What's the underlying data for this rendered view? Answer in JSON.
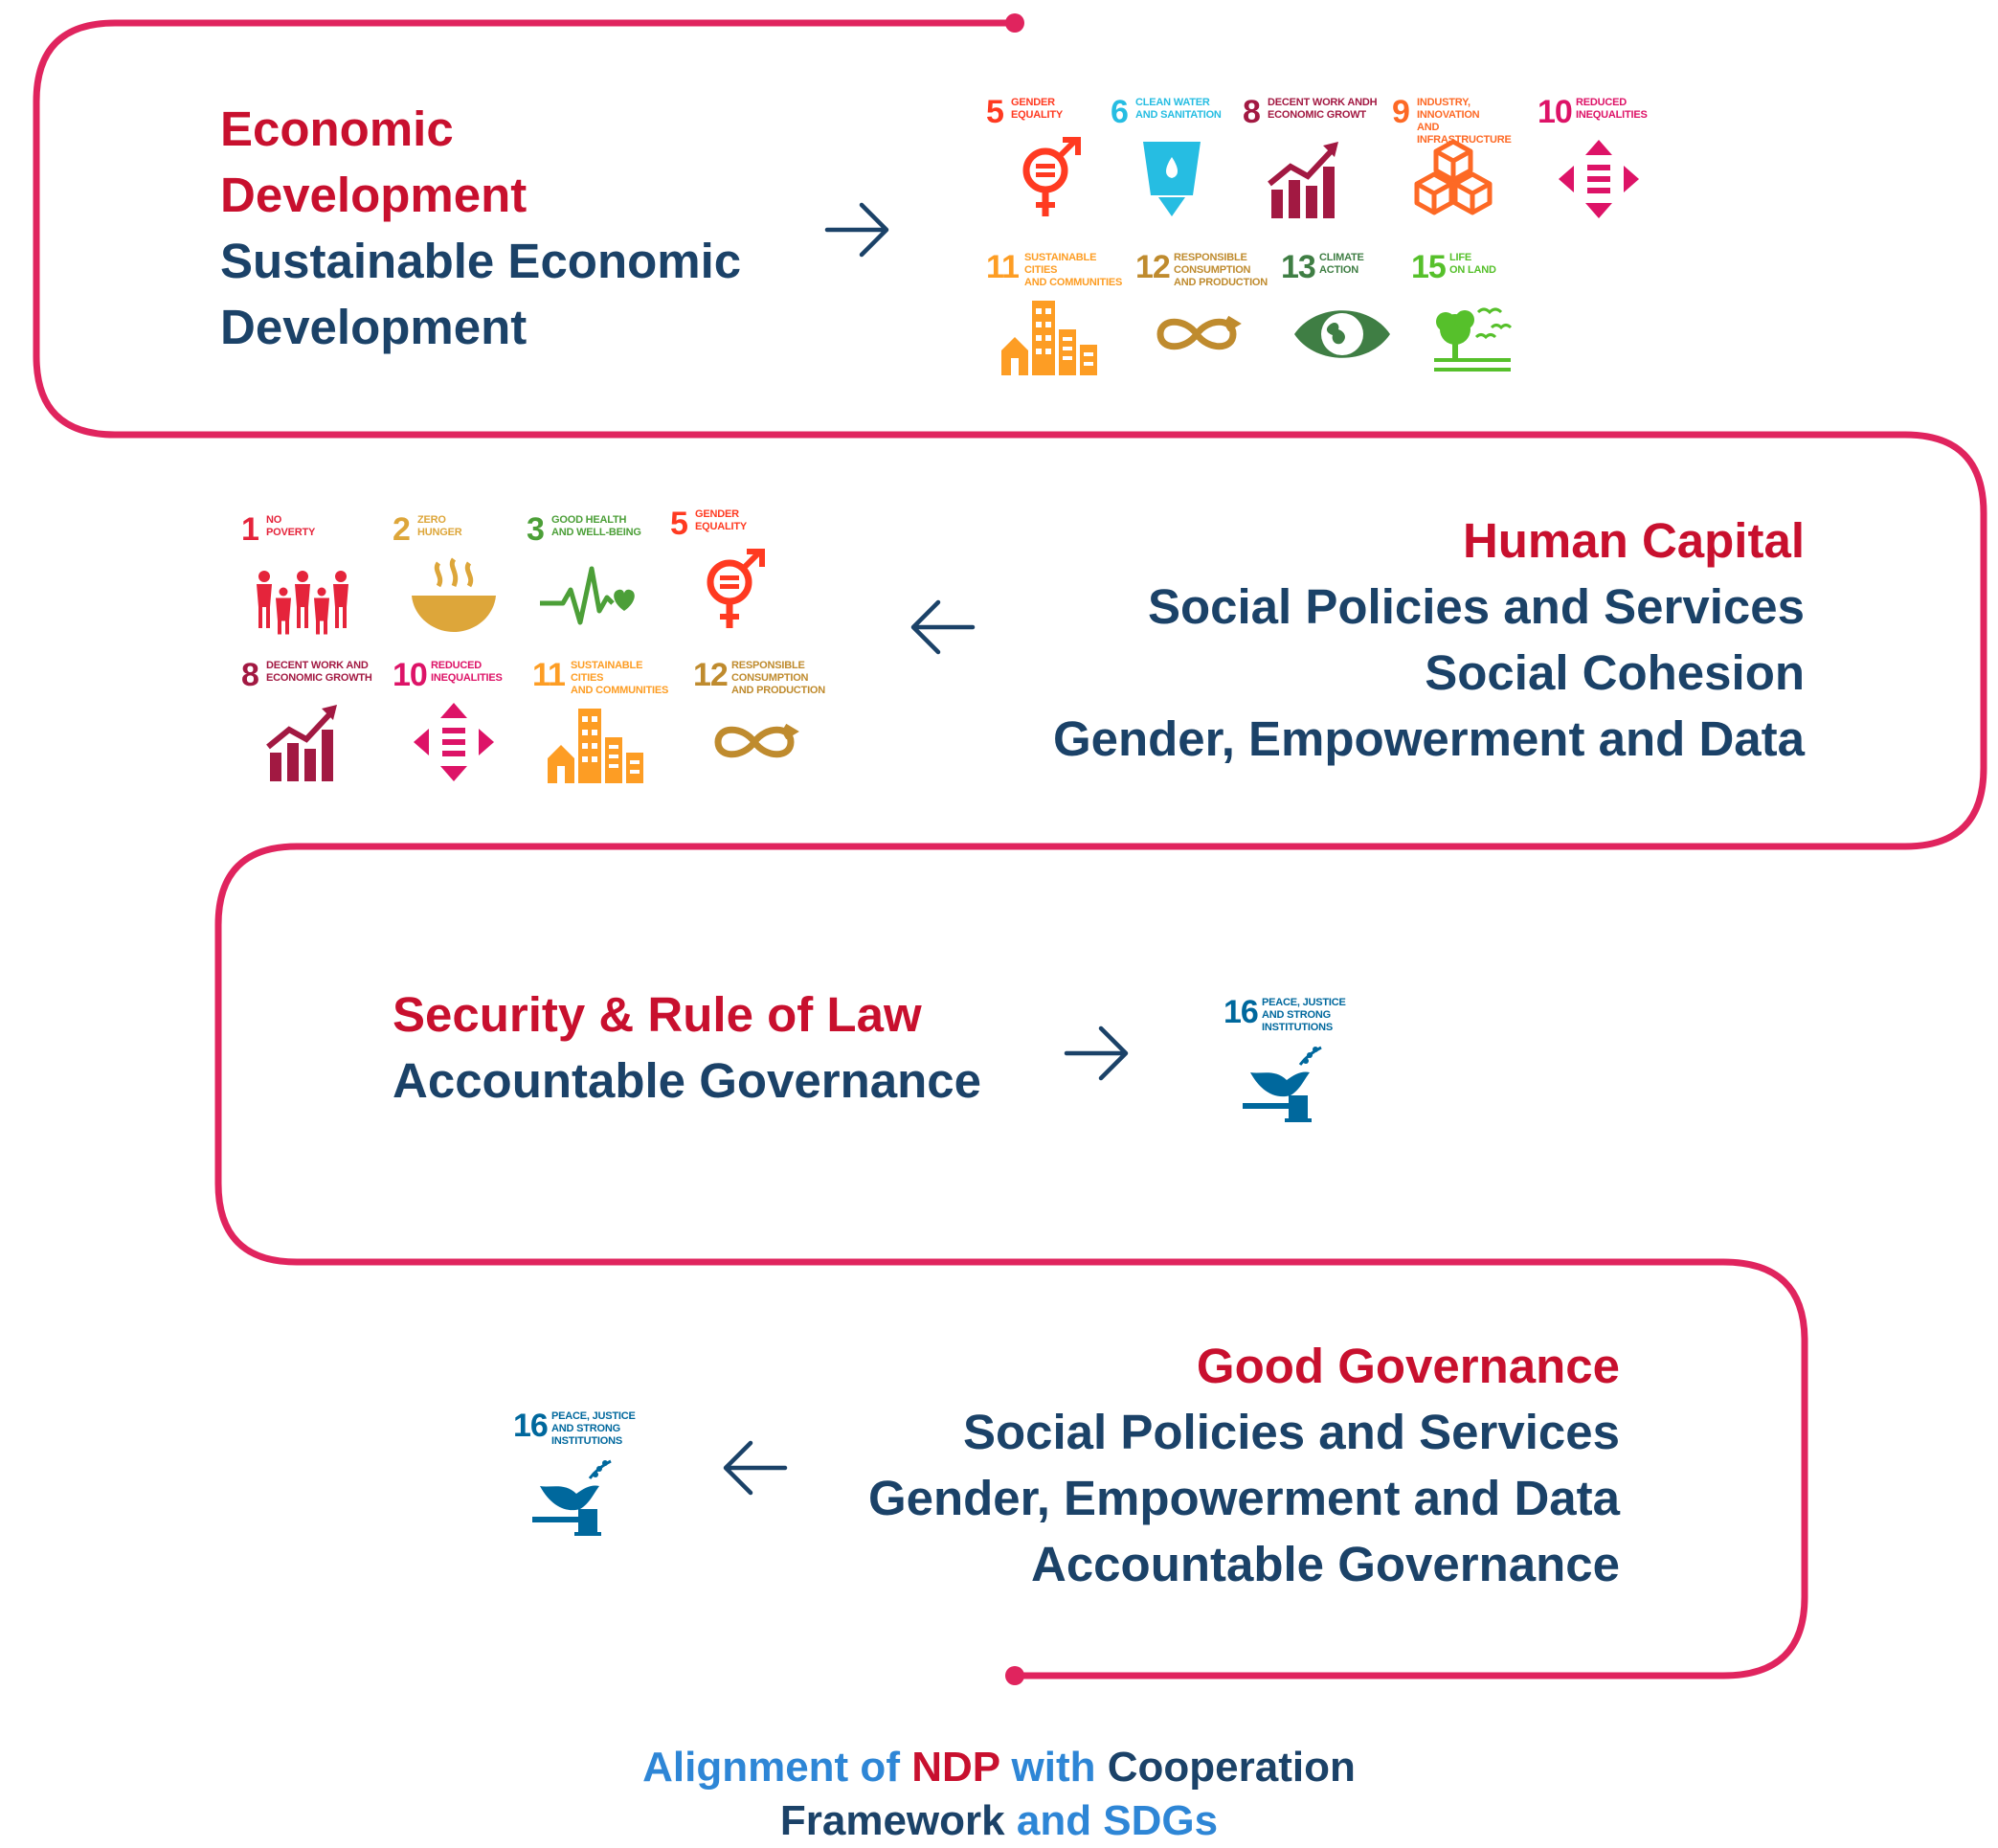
{
  "colors": {
    "path": "#E0245E",
    "accent_red": "#C8102E",
    "navy": "#1B4268",
    "caption_blue": "#2E86D6",
    "sdg1": "#E5243B",
    "sdg2": "#DDA63A",
    "sdg3": "#4C9F38",
    "sdg5": "#FF3A21",
    "sdg6": "#26BDE2",
    "sdg8": "#A21942",
    "sdg9": "#FD6925",
    "sdg10": "#DD1367",
    "sdg11": "#FD9D24",
    "sdg12": "#BF8B2E",
    "sdg13": "#3F7E44",
    "sdg15": "#56C02B",
    "sdg16": "#00689D"
  },
  "sections": [
    {
      "heading_lines": [
        "Economic",
        "Development"
      ],
      "sub_lines": [
        "Sustainable Economic",
        "Development"
      ],
      "arrow": "arrow-right-icon",
      "goals": [
        {
          "num": "5",
          "label": "GENDER\nEQUALITY",
          "icon": "gender-equality-icon"
        },
        {
          "num": "6",
          "label": "CLEAN WATER\nAND SANITATION",
          "icon": "water-glass-icon"
        },
        {
          "num": "8",
          "label": "DECENT WORK ANDH\nECONOMIC GROWT",
          "icon": "growth-chart-icon"
        },
        {
          "num": "9",
          "label": "INDUSTRY, INNOVATION\nAND INFRASTRUCTURE",
          "icon": "cubes-icon"
        },
        {
          "num": "10",
          "label": "REDUCED\nINEQUALITIES",
          "icon": "reduced-inequalities-icon"
        },
        {
          "num": "11",
          "label": "SUSTAINABLE CITIES\nAND COMMUNITIES",
          "icon": "city-buildings-icon"
        },
        {
          "num": "12",
          "label": "RESPONSIBLE\nCONSUMPTION\nAND PRODUCTION",
          "icon": "infinity-icon"
        },
        {
          "num": "13",
          "label": "CLIMATE\nACTION",
          "icon": "eye-globe-icon"
        },
        {
          "num": "15",
          "label": "LIFE\nON LAND",
          "icon": "tree-birds-icon"
        }
      ]
    },
    {
      "heading_lines": [
        "Human Capital"
      ],
      "sub_lines": [
        "Social Policies and Services",
        "Social Cohesion",
        "Gender, Empowerment and Data"
      ],
      "arrow": "arrow-left-icon",
      "goals": [
        {
          "num": "1",
          "label": "NO\nPOVERTY",
          "icon": "family-icon"
        },
        {
          "num": "2",
          "label": "ZERO\nHUNGER",
          "icon": "food-bowl-icon"
        },
        {
          "num": "3",
          "label": "GOOD HEALTH\nAND WELL-BEING",
          "icon": "heartbeat-icon"
        },
        {
          "num": "5",
          "label": "GENDER\nEQUALITY",
          "icon": "gender-equality-icon"
        },
        {
          "num": "8",
          "label": "DECENT WORK AND\nECONOMIC GROWTH",
          "icon": "growth-chart-icon"
        },
        {
          "num": "10",
          "label": "REDUCED\nINEQUALITIES",
          "icon": "reduced-inequalities-icon"
        },
        {
          "num": "11",
          "label": "SUSTAINABLE CITIES\nAND COMMUNITIES",
          "icon": "city-buildings-icon"
        },
        {
          "num": "12",
          "label": "RESPONSIBLE\nCONSUMPTION\nAND PRODUCTION",
          "icon": "infinity-icon"
        }
      ]
    },
    {
      "heading_lines": [
        "Security & Rule of Law"
      ],
      "sub_lines": [
        "Accountable Governance"
      ],
      "arrow": "arrow-right-icon",
      "goals": [
        {
          "num": "16",
          "label": "PEACE, JUSTICE\nAND STRONG\nINSTITUTIONS",
          "icon": "dove-gavel-icon"
        }
      ]
    },
    {
      "heading_lines": [
        "Good Governance"
      ],
      "sub_lines": [
        "Social Policies and Services",
        "Gender, Empowerment and Data",
        "Accountable Governance"
      ],
      "arrow": "arrow-left-icon",
      "goals": [
        {
          "num": "16",
          "label": "PEACE, JUSTICE\nAND STRONG\nINSTITUTIONS",
          "icon": "dove-gavel-icon"
        }
      ]
    }
  ],
  "caption": {
    "line1": [
      "Alignment of",
      "NDP",
      "with",
      "Cooperation"
    ],
    "line2": [
      "Framework",
      "and SDGs"
    ]
  }
}
